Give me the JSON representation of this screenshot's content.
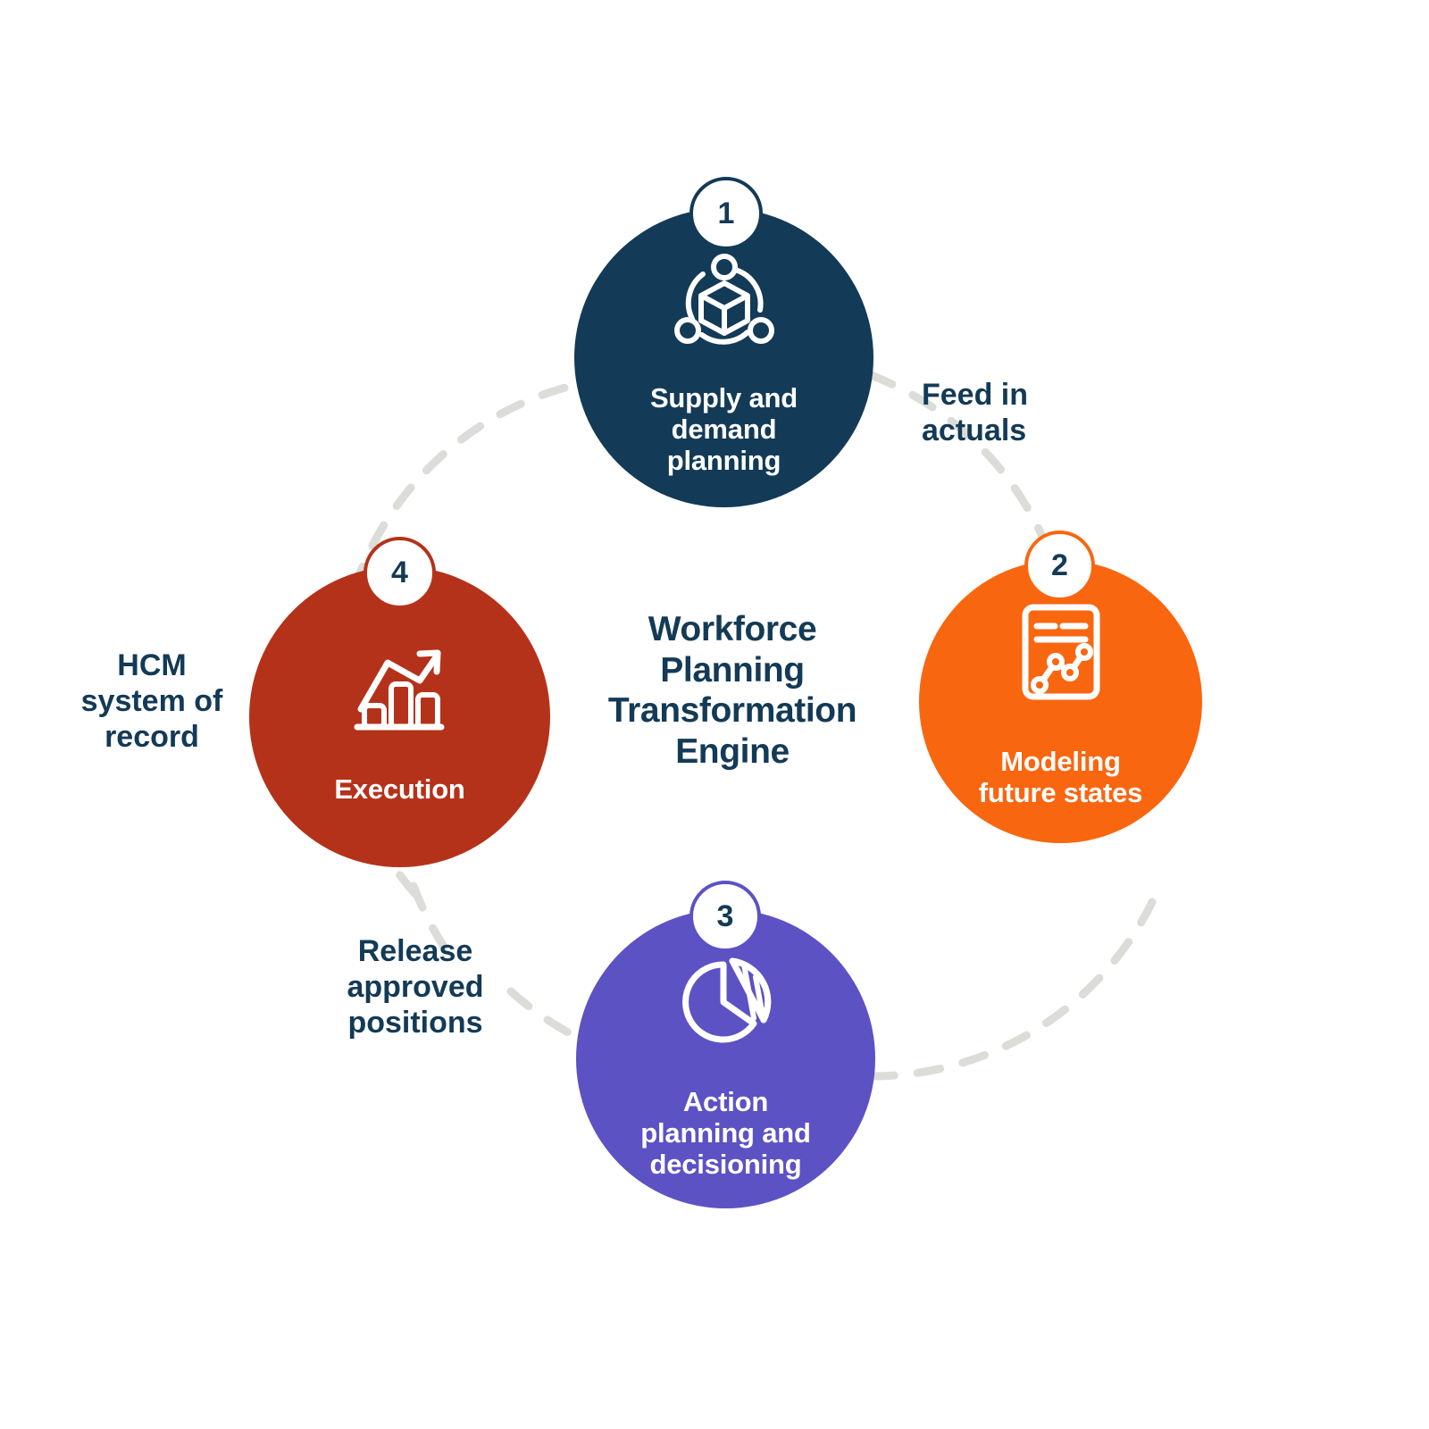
{
  "diagram": {
    "center_title": "Workforce\nPlanning\nTransformation\nEngine",
    "accent_colors": {
      "navy": "#133A56",
      "orange": "#F96610",
      "purple": "#5C52C4",
      "red": "#B5321A",
      "dash": "#DCDCD8",
      "white": "#FFFFFF"
    },
    "nodes": [
      {
        "number": "1",
        "label": "Supply and\ndemand\nplanning",
        "color": "#133A56",
        "icon": "cube-network-icon"
      },
      {
        "number": "2",
        "label": "Modeling\nfuture states",
        "color": "#F96610",
        "icon": "document-line-chart-icon"
      },
      {
        "number": "3",
        "label": "Action\nplanning and\ndecisioning",
        "color": "#5C52C4",
        "icon": "pie-chart-icon"
      },
      {
        "number": "4",
        "label": "Execution",
        "color": "#B5321A",
        "icon": "bar-chart-growth-icon"
      }
    ],
    "connector_labels": [
      {
        "id": "feed-in-actuals",
        "text": "Feed in\nactuals"
      },
      {
        "id": "hcm-system-of-record",
        "text": "HCM\nsystem of\nrecord"
      },
      {
        "id": "release-approved-positions",
        "text": "Release\napproved\npositions"
      }
    ]
  }
}
